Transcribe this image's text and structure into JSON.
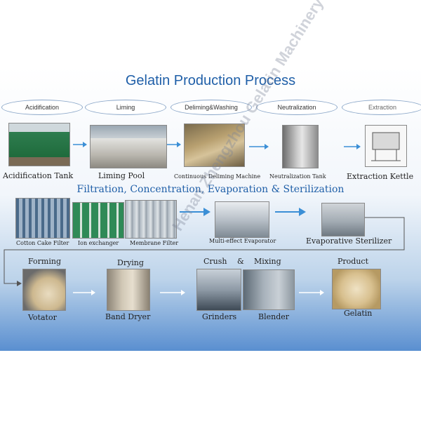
{
  "title": "Gelatin Production Process",
  "subtitle": "Filtration, Concentration, Evaporation & Sterilization",
  "watermark": "Henan Zhengzhou Gelatin Machinery Co., Ltd.",
  "row1_steps": [
    "Acidification",
    "Liming",
    "Deliming&Washing",
    "Neutralization",
    "Extraction"
  ],
  "row1_captions": [
    "Acidification Tank",
    "Liming Pool",
    "Continuous Deliming Machine",
    "Neutralization Tank",
    "Extraction Kettle"
  ],
  "row2_captions": {
    "cotton": "Cotton Cake Filter",
    "ion": "Ion exchanger",
    "membrane": "Membrane Filter",
    "evaporator": "Multi-effect Evaporator",
    "sterilizer": "Evaporative Sterilizer"
  },
  "row3_headers": {
    "forming": "Forming",
    "drying": "Drying",
    "crush": "Crush",
    "amp": "&",
    "mixing": "Mixing",
    "product": "Product"
  },
  "row3_captions": {
    "votator": "Votator",
    "dryer": "Band Dryer",
    "grinders": "Grinders",
    "blender": "Blender",
    "gelatin": "Gelatin"
  },
  "colors": {
    "accent": "#1f5fa8",
    "arrow": "#3b8fd6"
  }
}
